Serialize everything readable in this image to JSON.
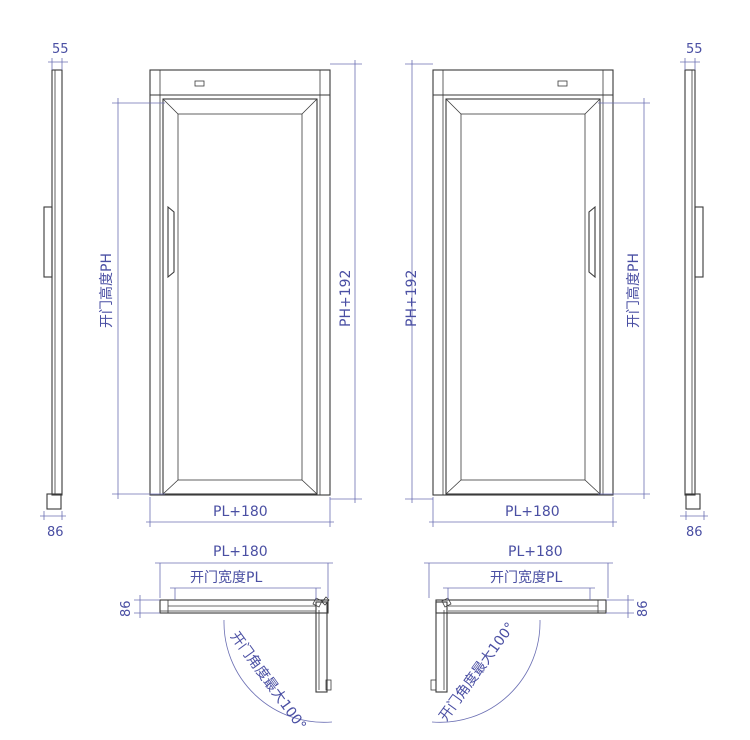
{
  "colors": {
    "line": "#3a3a3a",
    "dimension": "#4a4fa3"
  },
  "labels": {
    "ph_total": "PH+192",
    "open_height": "开门高度PH",
    "pl_total": "PL+180",
    "open_width": "开门宽度PL",
    "open_angle": "开门角度最大100°",
    "depth_55": "55",
    "depth_86": "86"
  }
}
